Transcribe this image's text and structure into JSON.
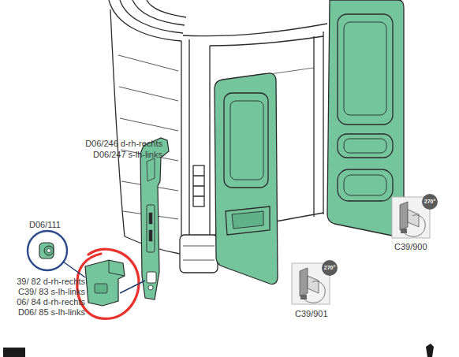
{
  "diagram": {
    "labels": [
      "D06/246 d-rh-rechts",
      "D06/247 s-lh-links",
      "D06/111",
      "39/ 82 d-rh-rechts",
      "C39/ 83 s-lh-links",
      "06/ 84 d-rh-rechts",
      "D06/ 85 s-lh-links",
      "270°",
      "C39/901",
      "270°",
      "C39/900"
    ]
  }
}
